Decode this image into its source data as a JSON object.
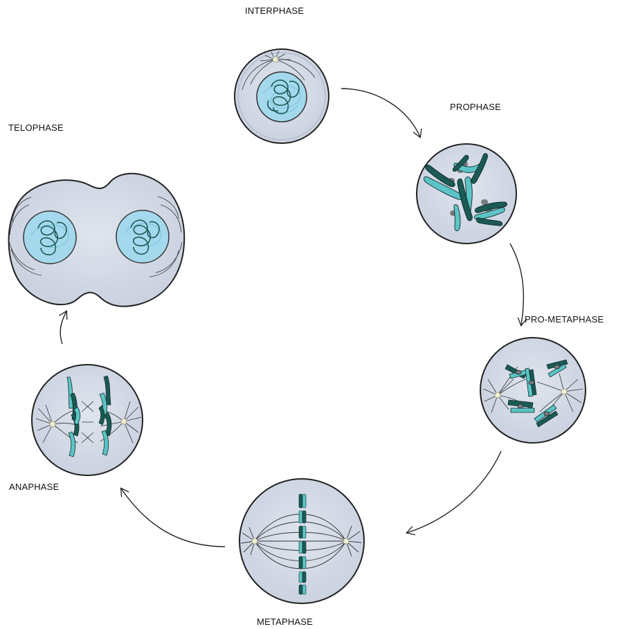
{
  "phases": {
    "interphase": "INTERPHASE",
    "prophase": "PROPHASE",
    "prometaphase": "PRO-METAPHASE",
    "metaphase": "METAPHASE",
    "anaphase": "ANAPHASE",
    "telophase": "TELOPHASE"
  },
  "colors": {
    "cytoplasm": "#d3d9e6",
    "nucleus": "#a4d8ec",
    "chromosome_dark": "#1b5a55",
    "chromosome_light": "#5cc4c6",
    "centrosome": "#f0f0c8",
    "kinetochore": "#7a7a7a",
    "outline": "#222222"
  }
}
